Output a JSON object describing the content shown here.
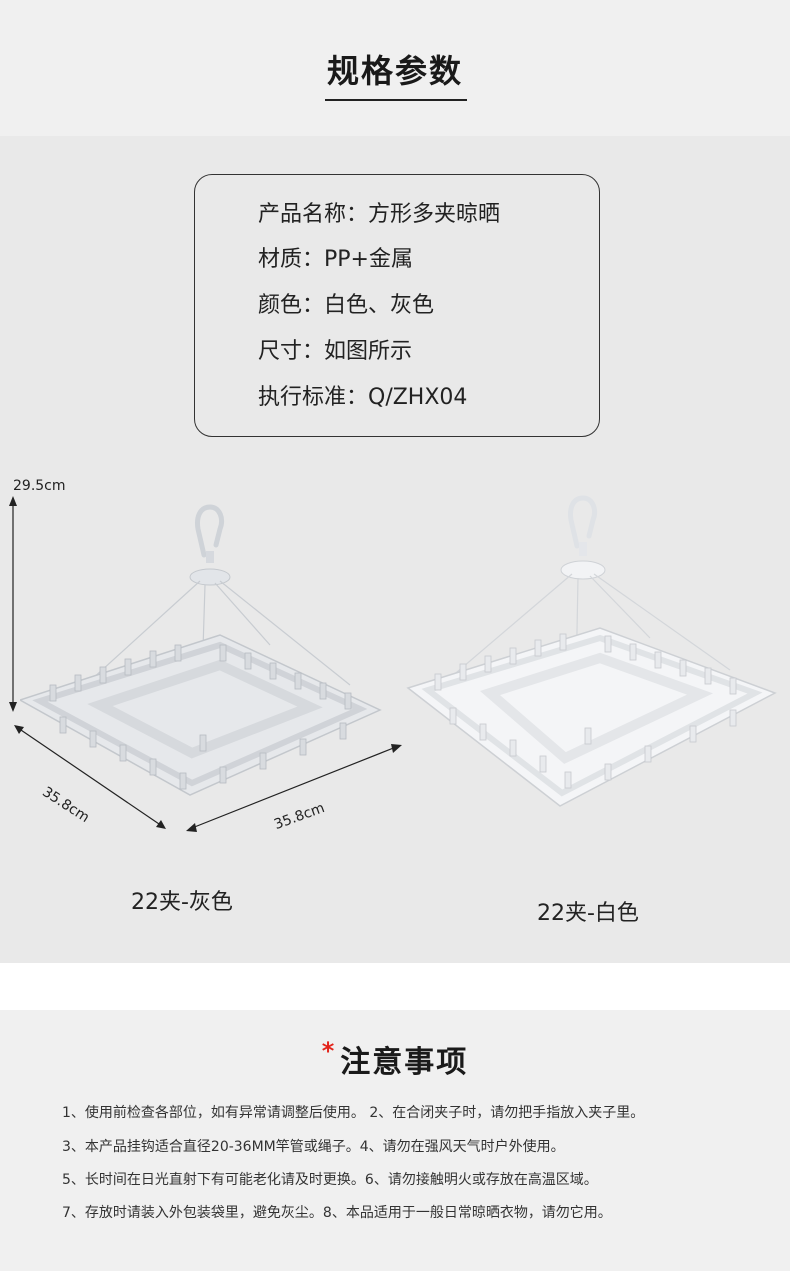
{
  "header": {
    "title": "规格参数"
  },
  "specs": [
    "产品名称：方形多夹晾晒",
    "材质：PP+金属",
    "颜色：白色、灰色",
    "尺寸：如图所示",
    "执行标准：Q/ZHX04"
  ],
  "dimensions": {
    "height": "29.5cm",
    "depth": "35.8cm",
    "width": "35.8cm"
  },
  "products": {
    "left_caption": "22夹-灰色",
    "right_caption": "22夹-白色"
  },
  "notes": {
    "star": "*",
    "title": "注意事项",
    "lines": [
      "1、使用前检查各部位，如有异常请调整后使用。 2、在合闭夹子时，请勿把手指放入夹子里。",
      "3、本产品挂钩适合直径20-36MM竿管或绳子。4、请勿在强风天气时户外使用。",
      "5、长时间在日光直射下有可能老化请及时更换。6、请勿接触明火或存放在高温区域。",
      "7、存放时请装入外包装袋里，避免灰尘。8、本品适用于一般日常晾晒衣物，请勿它用。"
    ]
  },
  "colors": {
    "header_bg": "#f0f0f0",
    "spec_bg": "#e9e9e9",
    "accent_star": "#e3241b",
    "hanger_gray": "#e4e6ea",
    "hanger_white": "#f4f5f7"
  }
}
